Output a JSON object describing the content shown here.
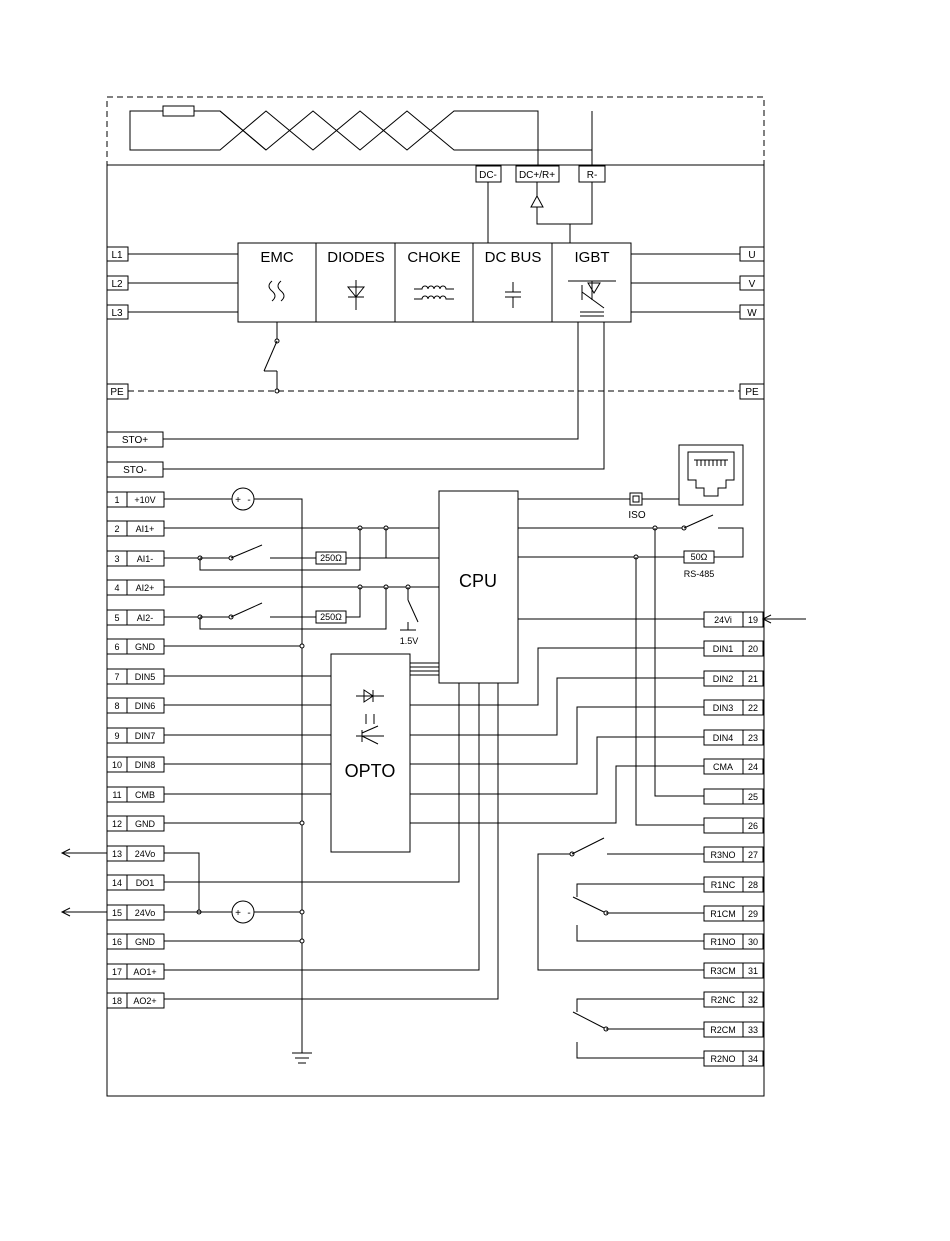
{
  "blocks": {
    "emc": "EMC",
    "diodes": "DIODES",
    "choke": "CHOKE",
    "dcbus": "DC BUS",
    "igbt": "IGBT",
    "cpu": "CPU",
    "opto": "OPTO"
  },
  "dc_terminals": [
    "DC-",
    "DC+/R+",
    "R-"
  ],
  "input_phases": [
    "L1",
    "L2",
    "L3"
  ],
  "output_phases": [
    "U",
    "V",
    "W"
  ],
  "pe": {
    "left": "PE",
    "right": "PE"
  },
  "sto": [
    "STO+",
    "STO-"
  ],
  "left_terminals": [
    {
      "num": "1",
      "name": "+10V"
    },
    {
      "num": "2",
      "name": "AI1+"
    },
    {
      "num": "3",
      "name": "AI1-"
    },
    {
      "num": "4",
      "name": "AI2+"
    },
    {
      "num": "5",
      "name": "AI2-"
    },
    {
      "num": "6",
      "name": "GND"
    },
    {
      "num": "7",
      "name": "DIN5"
    },
    {
      "num": "8",
      "name": "DIN6"
    },
    {
      "num": "9",
      "name": "DIN7"
    },
    {
      "num": "10",
      "name": "DIN8"
    },
    {
      "num": "11",
      "name": "CMB"
    },
    {
      "num": "12",
      "name": "GND"
    },
    {
      "num": "13",
      "name": "24Vo"
    },
    {
      "num": "14",
      "name": "DO1"
    },
    {
      "num": "15",
      "name": "24Vo"
    },
    {
      "num": "16",
      "name": "GND"
    },
    {
      "num": "17",
      "name": "AO1+"
    },
    {
      "num": "18",
      "name": "AO2+"
    }
  ],
  "right_terminals": [
    {
      "num": "19",
      "name": "24Vi"
    },
    {
      "num": "20",
      "name": "DIN1"
    },
    {
      "num": "21",
      "name": "DIN2"
    },
    {
      "num": "22",
      "name": "DIN3"
    },
    {
      "num": "23",
      "name": "DIN4"
    },
    {
      "num": "24",
      "name": "CMA"
    },
    {
      "num": "25",
      "name": ""
    },
    {
      "num": "26",
      "name": ""
    },
    {
      "num": "27",
      "name": "R3NO"
    },
    {
      "num": "28",
      "name": "R1NC"
    },
    {
      "num": "29",
      "name": "R1CM"
    },
    {
      "num": "30",
      "name": "R1NO"
    },
    {
      "num": "31",
      "name": "R3CM"
    },
    {
      "num": "32",
      "name": "R2NC"
    },
    {
      "num": "33",
      "name": "R2CM"
    },
    {
      "num": "34",
      "name": "R2NO"
    }
  ],
  "labels": {
    "resistor1": "250Ω",
    "resistor2": "250Ω",
    "resistor_485": "50Ω",
    "iso": "ISO",
    "rs485": "RS-485",
    "v15": "1.5V",
    "plus1": "+",
    "minus1": "-",
    "plus2": "+",
    "minus2": "-"
  }
}
